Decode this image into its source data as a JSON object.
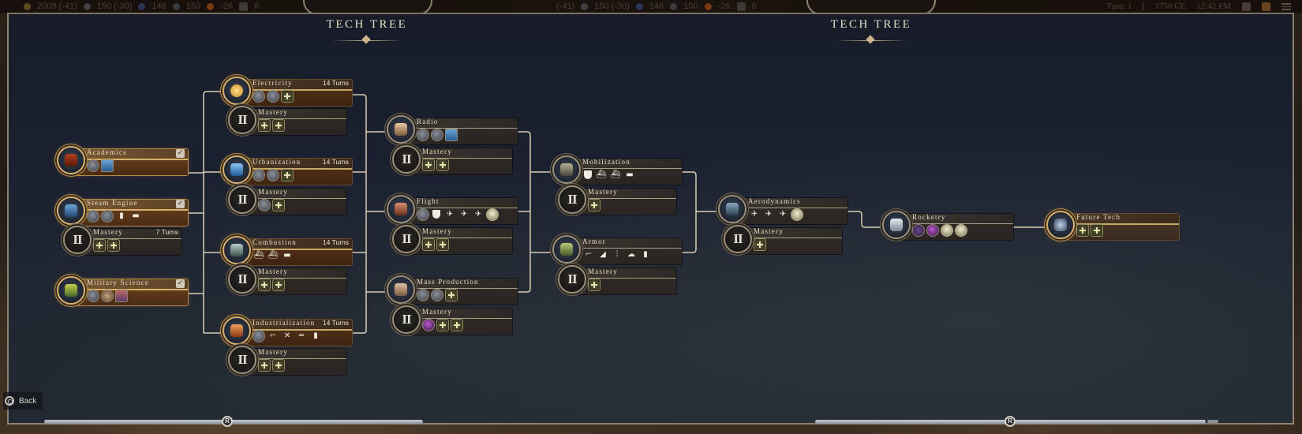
{
  "topbar": {
    "left_resources": {
      "gold": "2009 (-41)",
      "influence": "150 (-30)",
      "science": "146",
      "culture": "150",
      "happiness": "-26",
      "extra": "6"
    },
    "mid_resources": {
      "gold": "(-41)",
      "influence": "150 (-30)",
      "science": "146",
      "culture": "150",
      "happiness": "-26",
      "extra": "6"
    },
    "turn": "Turn: 1",
    "year": "1750 CE",
    "clock": "12:42 PM"
  },
  "panels": [
    {
      "title": "TECH TREE"
    },
    {
      "title": "TECH TREE"
    }
  ],
  "colors": {
    "panel_bg": "#1b2130",
    "active_bar": "#4c2c16",
    "completed_bar": "#6a4426",
    "gold_accent": "#d6b070",
    "connector": "#d8cdb4"
  },
  "techs": {
    "academics": {
      "name": "Academics",
      "state": "completed",
      "icons": [
        "building-round",
        "wonder-square"
      ]
    },
    "steam_engine": {
      "name": "Steam Engine",
      "state": "completed",
      "icons": [
        "building-round",
        "building-round",
        "unit-train",
        "unit-ship"
      ]
    },
    "steam_engine_mastery": {
      "name": "Mastery",
      "turns": "7 Turns",
      "roman": "II",
      "icons": [
        "plus",
        "plus"
      ]
    },
    "military_science": {
      "name": "Military Science",
      "state": "completed",
      "icons": [
        "building-round",
        "building-round",
        "wonder-square"
      ]
    },
    "electricity": {
      "name": "Electricity",
      "turns": "14 Turns",
      "state": "available",
      "icons": [
        "building-round",
        "building-round",
        "plus"
      ]
    },
    "electricity_mastery": {
      "name": "Mastery",
      "roman": "II",
      "icons": [
        "plus",
        "plus"
      ]
    },
    "urbanization": {
      "name": "Urbanization",
      "turns": "14 Turns",
      "state": "available",
      "icons": [
        "building-round",
        "building-round",
        "plus"
      ]
    },
    "urbanization_mastery": {
      "name": "Mastery",
      "roman": "II",
      "icons": [
        "building-round",
        "plus"
      ]
    },
    "combustion": {
      "name": "Combustion",
      "turns": "14 Turns",
      "state": "available",
      "icons": [
        "unit-ship",
        "unit-ship",
        "unit-tank"
      ]
    },
    "combustion_mastery": {
      "name": "Mastery",
      "roman": "II",
      "icons": [
        "plus",
        "plus"
      ]
    },
    "industrialization": {
      "name": "Industrialization",
      "turns": "14 Turns",
      "state": "available",
      "icons": [
        "building-round",
        "unit-artillery",
        "unit-mortar",
        "unit-gun",
        "unit-bomb"
      ]
    },
    "industrialization_mastery": {
      "name": "Mastery",
      "roman": "II",
      "icons": [
        "plus",
        "plus"
      ]
    },
    "radio": {
      "name": "Radio",
      "state": "locked",
      "icons": [
        "building-round",
        "building-round",
        "wonder-square"
      ]
    },
    "radio_mastery": {
      "name": "Mastery",
      "roman": "II",
      "icons": [
        "plus",
        "plus"
      ]
    },
    "flight": {
      "name": "Flight",
      "state": "locked",
      "icons": [
        "building-round",
        "shield",
        "unit-plane",
        "unit-plane",
        "unit-plane",
        "bulb"
      ]
    },
    "flight_mastery": {
      "name": "Mastery",
      "roman": "II",
      "icons": [
        "plus",
        "plus"
      ]
    },
    "mass_production": {
      "name": "Mass Production",
      "state": "locked",
      "icons": [
        "building-round",
        "building-round",
        "plus"
      ]
    },
    "mass_production_mastery": {
      "name": "Mastery",
      "roman": "II",
      "icons": [
        "purple",
        "plus",
        "plus"
      ]
    },
    "mobilization": {
      "name": "Mobilization",
      "state": "locked",
      "icons": [
        "shield",
        "unit-ship",
        "unit-ship",
        "unit-ship"
      ]
    },
    "mobilization_mastery": {
      "name": "Mastery",
      "roman": "II",
      "icons": [
        "plus"
      ]
    },
    "armor": {
      "name": "Armor",
      "state": "locked",
      "icons": [
        "unit-artillery",
        "unit-artillery",
        "unit-rocket",
        "unit-tank",
        "unit-bomb"
      ]
    },
    "armor_mastery": {
      "name": "Mastery",
      "roman": "II",
      "icons": [
        "plus"
      ]
    },
    "aerodynamics": {
      "name": "Aerodynamics",
      "state": "locked",
      "icons": [
        "unit-plane",
        "unit-plane",
        "unit-plane",
        "bulb"
      ]
    },
    "aerodynamics_mastery": {
      "name": "Mastery",
      "roman": "II",
      "icons": [
        "plus"
      ]
    },
    "rocketry": {
      "name": "Rocketry",
      "state": "locked",
      "icons": [
        "purple",
        "purple",
        "bulb",
        "bulb"
      ]
    },
    "future_tech": {
      "name": "Future Tech",
      "state": "locked",
      "icons": [
        "plus",
        "plus"
      ]
    }
  },
  "footer": {
    "back_label": "Back",
    "scroll_thumb_label": "R"
  }
}
